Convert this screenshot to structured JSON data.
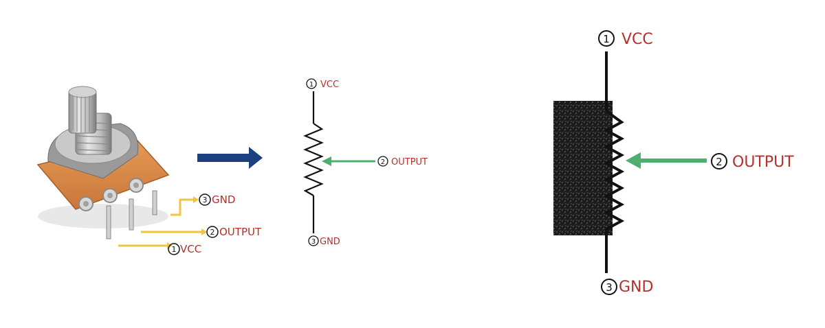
{
  "colors": {
    "label": "#b5302d",
    "lead": "#f2c53d",
    "arrow_blue": "#1c3f7f",
    "arrow_green": "#4caf6e",
    "wire": "#111111"
  },
  "photo": {
    "labels": {
      "gnd": {
        "num": "3",
        "text": "GND"
      },
      "output": {
        "num": "2",
        "text": "OUTPUT"
      },
      "vcc": {
        "num": "1",
        "text": "VCC"
      }
    }
  },
  "schematic_small": {
    "vcc": {
      "num": "1",
      "text": "VCC"
    },
    "output": {
      "num": "2",
      "text": "OUTPUT"
    },
    "gnd": {
      "num": "3",
      "text": "GND"
    }
  },
  "schematic_large": {
    "vcc": {
      "num": "1",
      "text": "VCC"
    },
    "output": {
      "num": "2",
      "text": "OUTPUT"
    },
    "gnd": {
      "num": "3",
      "text": "GND"
    }
  },
  "icons": [
    "potentiometer-photo",
    "right-arrow-icon",
    "resistor-symbol",
    "green-arrow-icon"
  ]
}
